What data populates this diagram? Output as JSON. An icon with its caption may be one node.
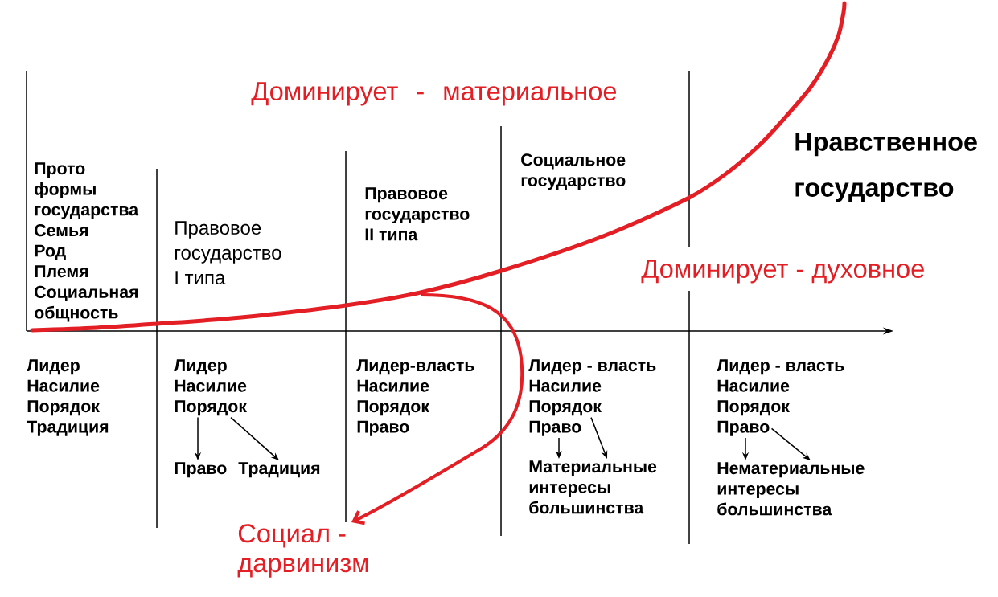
{
  "diagram": {
    "nodes": [
      {
        "text": [
          "Порядок"
        ]
      },
      {
        "text": [
          "Право"
        ]
      },
      {
        "text": [
          "Традиция"
        ]
      },
      {
        "text": [
          "Порядок"
        ]
      },
      {
        "text": [
          "Право"
        ]
      },
      {
        "text": [
          "Материальные интересы большинства"
        ]
      },
      {
        "text": [
          "Право"
        ]
      },
      {
        "text": [
          "Нематериальные интересы большинства"
        ]
      },
      {
        "text": [
          "Социал - дарвинизм"
        ]
      }
    ],
    "edges": [
      {
        "from": 0,
        "to": 1,
        "arrow": "to"
      },
      {
        "from": 0,
        "to": 2,
        "arrow": "to"
      },
      {
        "from": 4,
        "to": 5,
        "arrow": "to"
      },
      {
        "from": 3,
        "to": 5,
        "arrow": "to"
      },
      {
        "from": 6,
        "to": 7,
        "arrow": "to"
      },
      {
        "from": 6,
        "to": 7,
        "arrow": "to"
      },
      {
        "from": null,
        "to": 8,
        "arrow": "to",
        "style": "thick",
        "color": "#e31e24"
      }
    ],
    "labels": [
      "Доминирует - материальное",
      "Прото формы государства",
      "Семья",
      "Род",
      "Племя",
      "Социальная общность",
      "Правовое государство I типа",
      "Правовое государство II типа",
      "Социальное государство",
      "Нравственное государство",
      "Доминирует - духовное",
      "Лидер",
      "Насилие",
      "Порядок",
      "Традиция",
      "Лидер",
      "Насилие",
      "Лидер-власть",
      "Насилие",
      "Порядок",
      "Право",
      "Лидер - власть",
      "Насилие",
      "Лидер - власть",
      "Насилие",
      "Порядок"
    ]
  }
}
